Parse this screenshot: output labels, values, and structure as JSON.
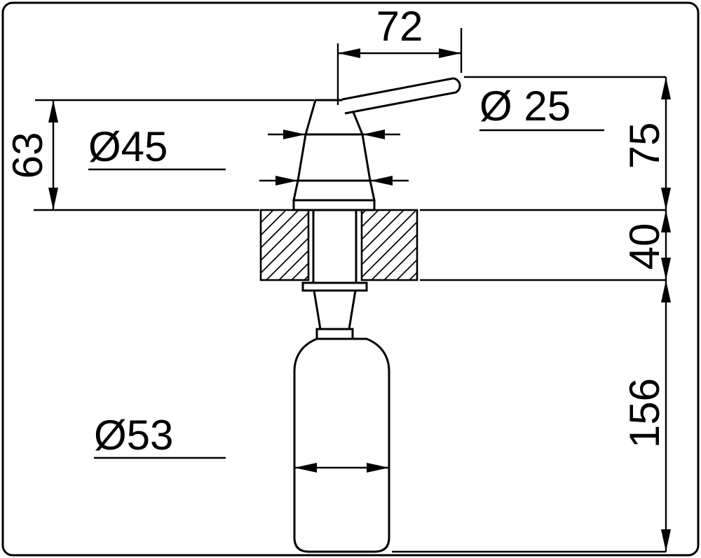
{
  "drawing": {
    "title": "soap-dispenser-dimension-drawing",
    "labels": {
      "spout_projection": "72",
      "spout_diameter": "Ø 25",
      "head_height": "63",
      "flange_diameter": "Ø45",
      "height_above_counter": "75",
      "mounting_thickness": "40",
      "bottle_height": "156",
      "bottle_diameter": "Ø53"
    },
    "colors": {
      "line": "#000000",
      "background": "#ffffff"
    }
  }
}
